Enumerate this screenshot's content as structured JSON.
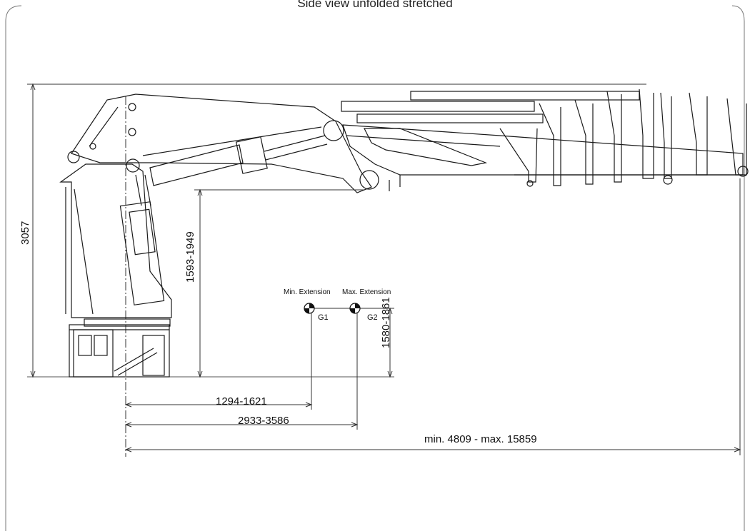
{
  "title": "Side view unfolded stretched",
  "dimensions": {
    "overall_height": "3057",
    "pivot_height": "1593-1949",
    "cog_height": "1580-1861",
    "cog1_distance": "1294-1621",
    "cog2_distance": "2933-3586",
    "outreach": "min. 4809 - max. 15859"
  },
  "centers_of_gravity": [
    {
      "caption": "Min. Extension",
      "tag": "G1"
    },
    {
      "caption": "Max. Extension",
      "tag": "G2"
    }
  ],
  "colors": {
    "line": "#1a1a1a",
    "dimension": "#333333",
    "background": "#ffffff"
  }
}
